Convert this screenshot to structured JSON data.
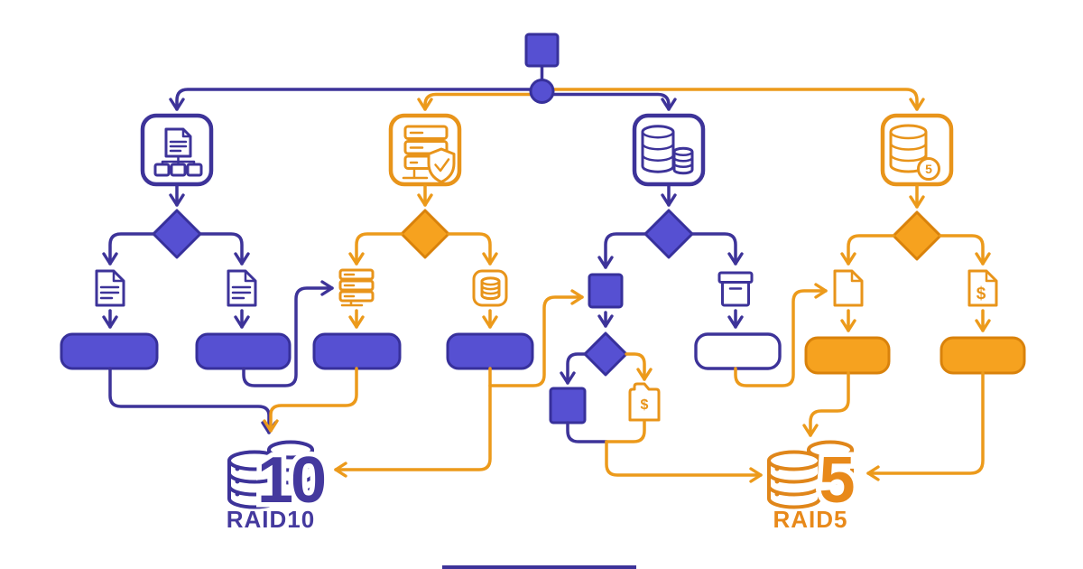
{
  "diagram": {
    "type": "flowchart",
    "colors": {
      "purple_fill": "#5650d2",
      "purple_line": "#3d3399",
      "orange_fill": "#f6a21f",
      "orange_line": "#ec9a1b"
    },
    "labels": {
      "raid10_number": "10",
      "raid10_label": "RAID10",
      "raid5_number": "5",
      "raid5_label": "RAID5",
      "dollar_document": "$",
      "dollar_folder": "$",
      "db5_badge": "5"
    },
    "structure": {
      "root": "start-square",
      "hub": "circle-junction",
      "branches": [
        {
          "box_icon": "document-tree-icon",
          "color": "purple",
          "decision_children": [
            "document-icon",
            "document-icon"
          ],
          "results": [
            "purple-pill",
            "purple-pill"
          ]
        },
        {
          "box_icon": "server-shield-icon",
          "color": "orange",
          "decision_children": [
            "server-icon",
            "database-box-icon"
          ],
          "results": [
            "purple-pill",
            "purple-pill"
          ]
        },
        {
          "box_icon": "database-pair-icon",
          "color": "purple",
          "decision_children": [
            "square-node",
            "archive-box-icon"
          ],
          "results": [
            "sub-decision",
            "outline-pill"
          ]
        },
        {
          "box_icon": "database-5-icon",
          "color": "orange",
          "decision_children": [
            "document-icon",
            "dollar-document-icon"
          ],
          "results": [
            "orange-pill",
            "orange-pill"
          ]
        }
      ],
      "outcomes": [
        {
          "icon": "database-stack-icon",
          "number": "10",
          "label": "RAID10",
          "color": "purple"
        },
        {
          "icon": "database-stack-icon",
          "number": "5",
          "label": "RAID5",
          "color": "orange"
        }
      ]
    }
  }
}
